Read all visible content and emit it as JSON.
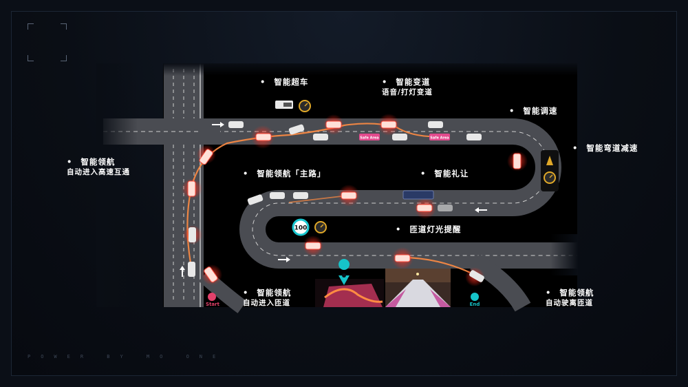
{
  "footer_text": "POWER BY MO ONE",
  "bullet": "•",
  "features": {
    "overtake": {
      "title": "智能超车"
    },
    "lane_change": {
      "title": "智能变道",
      "sub": "语音/打灯变道"
    },
    "speed_adjust": {
      "title": "智能调速"
    },
    "curve_decel": {
      "title": "智能弯道减速"
    },
    "nav_highway": {
      "title": "智能领航",
      "sub": "自动进入高速互通"
    },
    "nav_main": {
      "title": "智能领航「主路」"
    },
    "courtesy": {
      "title": "智能礼让"
    },
    "ramp_light": {
      "title": "匝道灯光提醒"
    },
    "nav_enter_ramp": {
      "title": "智能领航",
      "sub": "自动进入匝道"
    },
    "nav_exit_ramp": {
      "title": "智能领航",
      "sub": "自动驶离匝道"
    }
  },
  "map": {
    "start_label": "Start",
    "end_label": "End",
    "speed_sign": "100",
    "safe_area_label": "Safe Area",
    "start_color": "#e2416b",
    "end_color": "#16c4c9",
    "route_color": "#ff8c42",
    "highlight_color": "#ff3b2e",
    "road_color": "#4a4c52"
  }
}
